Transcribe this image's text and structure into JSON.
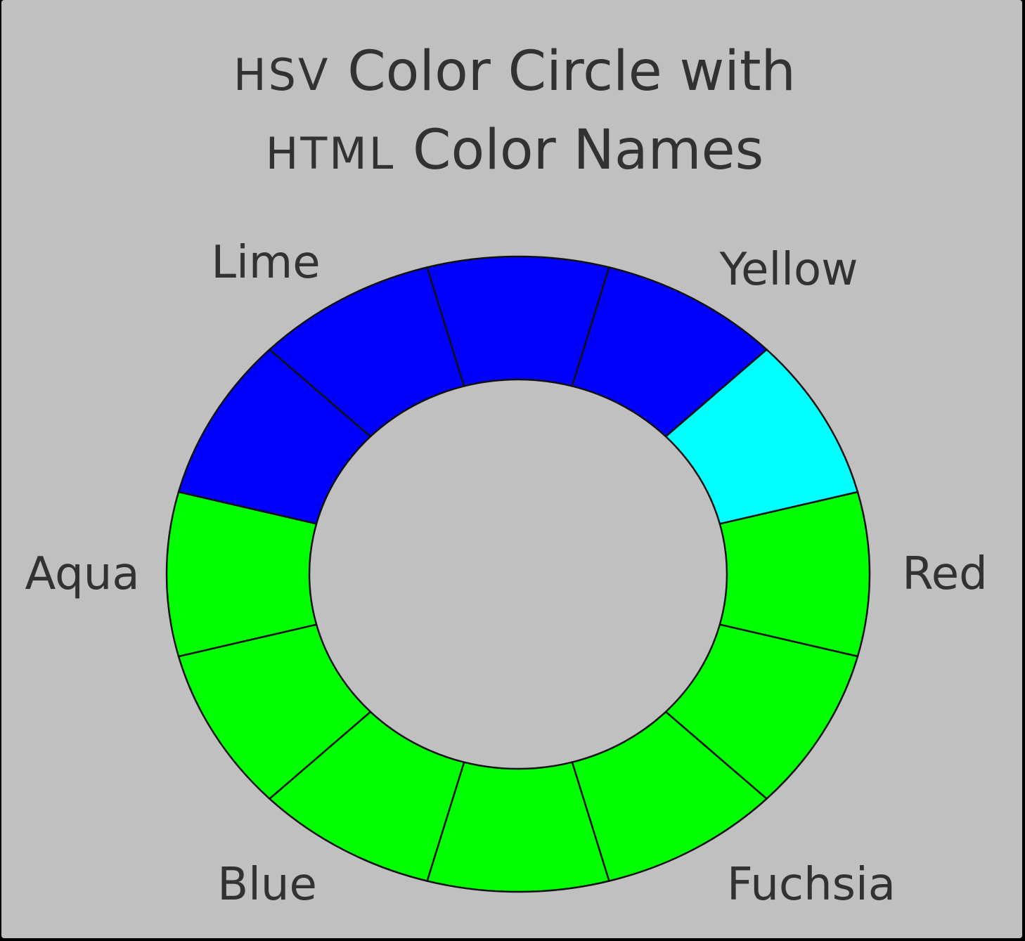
{
  "title": {
    "line1_prefix": "HSV",
    "line1_rest": " Color Circle with",
    "line2_prefix": "HTML",
    "line2_rest": " Color Names"
  },
  "labels": {
    "lime": "Lime",
    "yellow": "Yellow",
    "red": "Red",
    "fuchsia": "Fuchsia",
    "blue": "Blue",
    "aqua": "Aqua"
  },
  "colors": {
    "background": "#c0c0c0",
    "text": "#323232",
    "outline": "#111111"
  },
  "ring": {
    "segment_count": 12,
    "segment_colors": [
      "#00ff00",
      "#00ff00",
      "#00ff00",
      "#00ff00",
      "#00ff00",
      "#00ff00",
      "#00ff00",
      "#0000ff",
      "#0000ff",
      "#0000ff",
      "#0000ff",
      "#00ffff"
    ]
  }
}
